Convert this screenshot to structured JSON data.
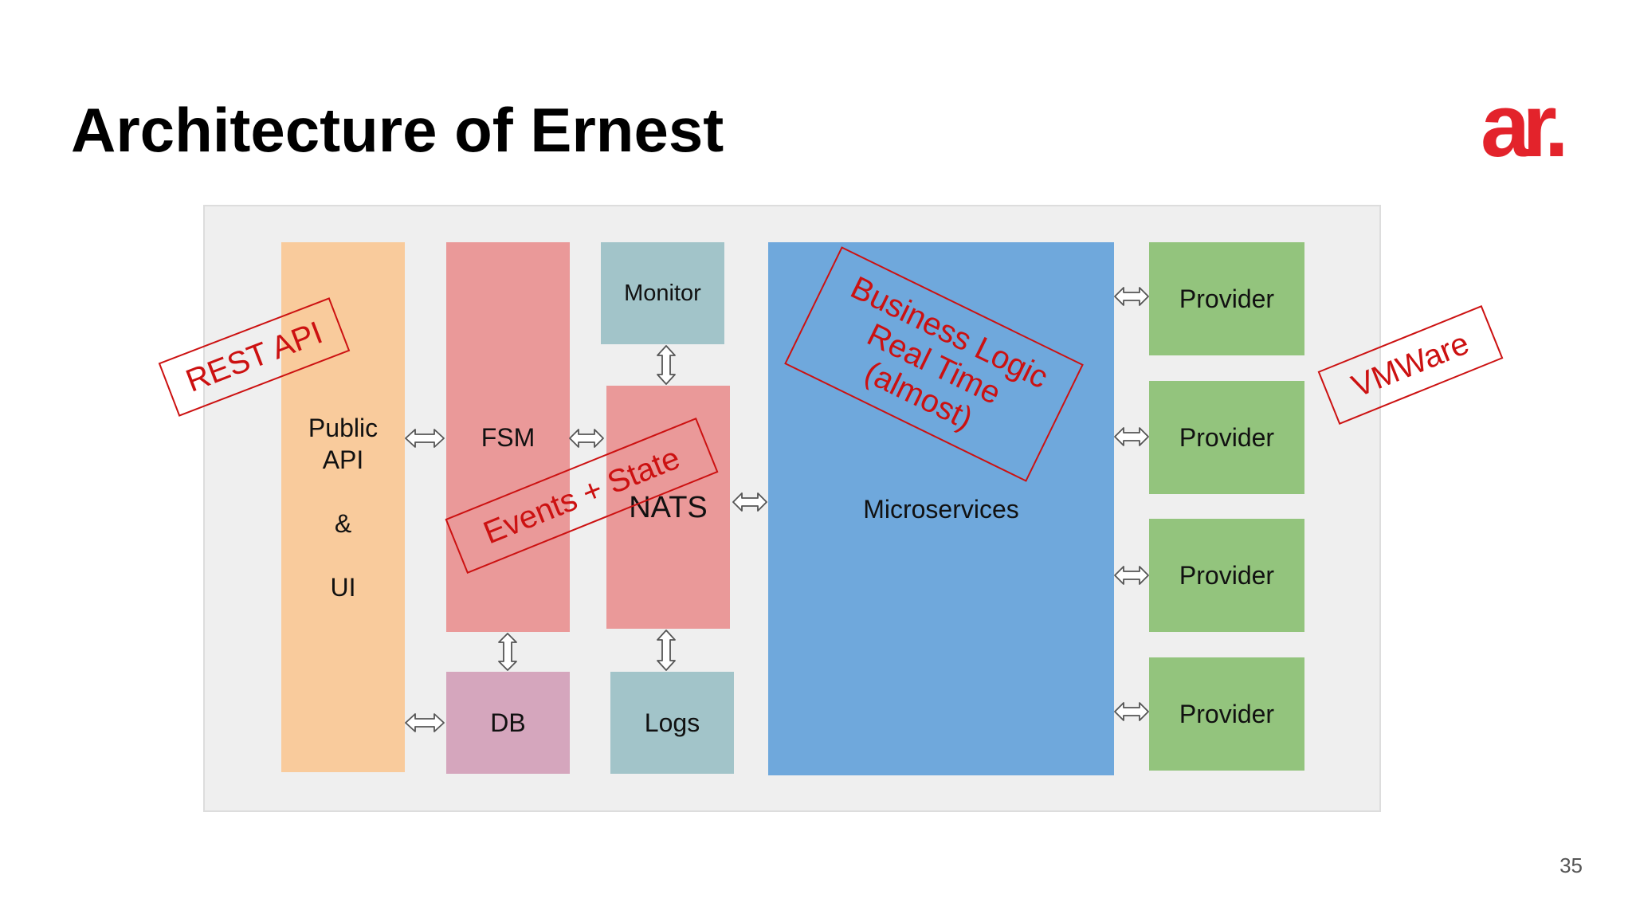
{
  "slide": {
    "title": "Architecture of Ernest",
    "page_number": "35",
    "logo_text": "ar.",
    "logo_color": "#e3232b"
  },
  "diagram": {
    "public_api": {
      "line1": "Public",
      "line2": "API",
      "line3": "&",
      "line4": "UI",
      "color": "#f9cb9c"
    },
    "fsm": {
      "label": "FSM",
      "color": "#ea9999"
    },
    "monitor": {
      "label": "Monitor",
      "color": "#a2c4c9"
    },
    "nats": {
      "label": "NATS",
      "color": "#ea9999"
    },
    "db": {
      "label": "DB",
      "color": "#d5a6bd"
    },
    "logs": {
      "label": "Logs",
      "color": "#a2c4c9"
    },
    "microservices": {
      "label": "Microservices",
      "color": "#6fa8dc"
    },
    "providers": [
      {
        "label": "Provider"
      },
      {
        "label": "Provider"
      },
      {
        "label": "Provider"
      },
      {
        "label": "Provider"
      }
    ],
    "provider_color": "#93c47d"
  },
  "annotations": {
    "rest_api": "REST API",
    "events_state": "Events + State",
    "business_logic": [
      "Business Logic",
      "Real Time",
      "(almost)"
    ],
    "vmware": "VMWare",
    "color": "#cc1111"
  }
}
